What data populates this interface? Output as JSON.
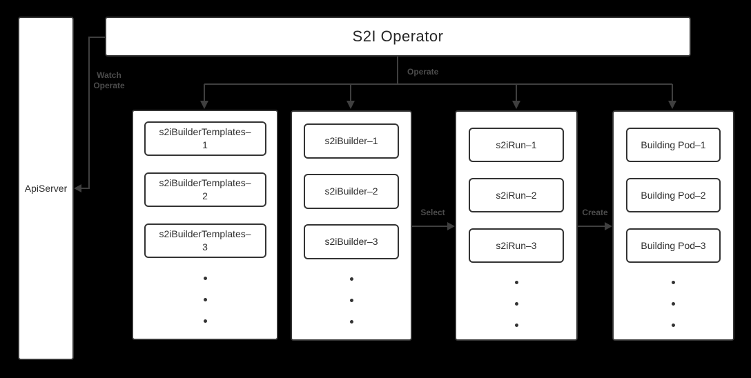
{
  "diagram": {
    "operator": {
      "title": "S2I Operator"
    },
    "apiserver": {
      "label": "ApiServer"
    },
    "edges": {
      "watch": {
        "line1": "Watch",
        "line2": "Operate"
      },
      "operate": "Operate",
      "select": "Select",
      "create": "Create"
    },
    "groups": [
      {
        "name": "s2i-builder-templates",
        "items": [
          "s2iBuilderTemplates–1",
          "s2iBuilderTemplates–2",
          "s2iBuilderTemplates–3"
        ]
      },
      {
        "name": "s2i-builder",
        "items": [
          "s2iBuilder–1",
          "s2iBuilder–2",
          "s2iBuilder–3"
        ]
      },
      {
        "name": "s2i-run",
        "items": [
          "s2iRun–1",
          "s2iRun–2",
          "s2iRun–3"
        ]
      },
      {
        "name": "building-pod",
        "items": [
          "Building Pod–1",
          "Building Pod–2",
          "Building Pod–3"
        ]
      }
    ],
    "colors": {
      "background": "#000000",
      "box_fill": "#ffffff",
      "box_border": "#333333",
      "connector": "#3f3f3f",
      "edge_label_text": "#4c4c4c",
      "box_text": "#2e2e2e"
    }
  }
}
